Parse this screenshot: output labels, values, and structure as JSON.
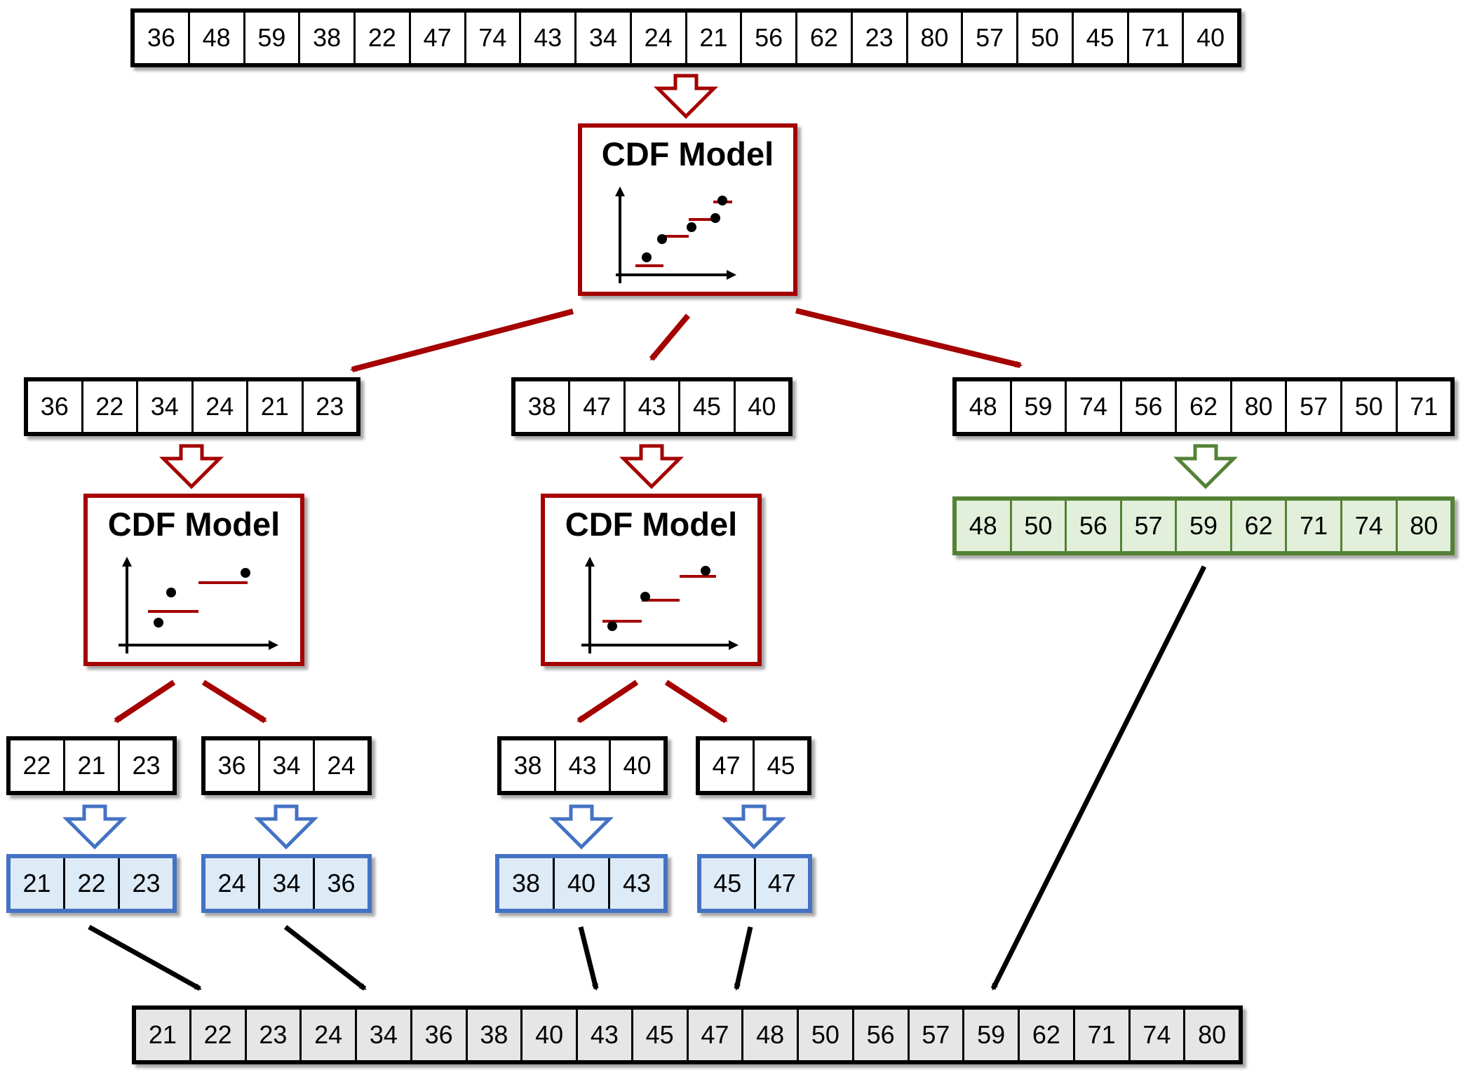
{
  "colors": {
    "red": "#a50000",
    "blue": "#4472c4",
    "green": "#548235",
    "black": "#000000"
  },
  "model_label": "CDF Model",
  "input": [
    "36",
    "48",
    "59",
    "38",
    "22",
    "47",
    "74",
    "43",
    "34",
    "24",
    "21",
    "56",
    "62",
    "23",
    "80",
    "57",
    "50",
    "45",
    "71",
    "40"
  ],
  "level1": {
    "left": [
      "36",
      "22",
      "34",
      "24",
      "21",
      "23"
    ],
    "middle": [
      "38",
      "47",
      "43",
      "45",
      "40"
    ],
    "right": [
      "48",
      "59",
      "74",
      "56",
      "62",
      "80",
      "57",
      "50",
      "71"
    ],
    "right_sorted": [
      "48",
      "50",
      "56",
      "57",
      "59",
      "62",
      "71",
      "74",
      "80"
    ]
  },
  "level2": {
    "a": [
      "22",
      "21",
      "23"
    ],
    "a_sorted": [
      "21",
      "22",
      "23"
    ],
    "b": [
      "36",
      "34",
      "24"
    ],
    "b_sorted": [
      "24",
      "34",
      "36"
    ],
    "c": [
      "38",
      "43",
      "40"
    ],
    "c_sorted": [
      "38",
      "40",
      "43"
    ],
    "d": [
      "47",
      "45"
    ],
    "d_sorted": [
      "45",
      "47"
    ]
  },
  "output": [
    "21",
    "22",
    "23",
    "24",
    "34",
    "36",
    "38",
    "40",
    "43",
    "45",
    "47",
    "48",
    "50",
    "56",
    "57",
    "59",
    "62",
    "71",
    "74",
    "80"
  ]
}
